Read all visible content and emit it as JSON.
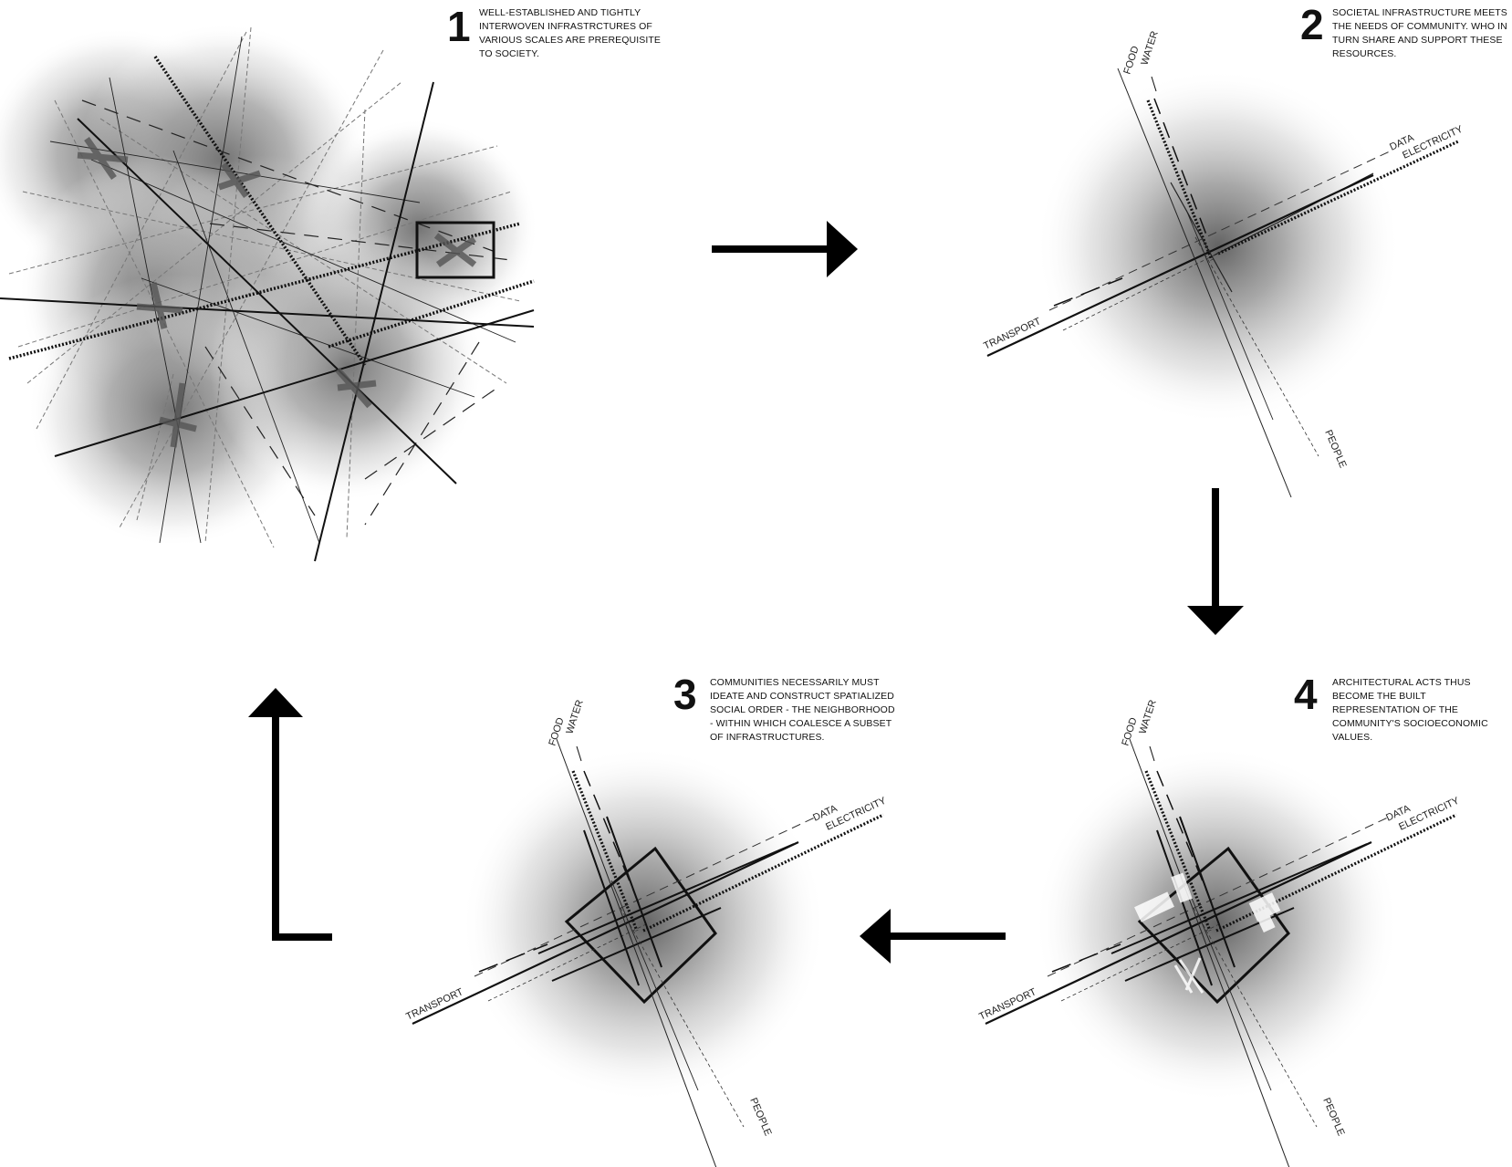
{
  "steps": [
    {
      "number": "1",
      "text": "WELL-ESTABLISHED AND TIGHTLY INTERWOVEN INFRASTRCTURES OF VARIOUS SCALES ARE PREREQUISITE TO SOCIETY."
    },
    {
      "number": "2",
      "text": "SOCIETAL INFRASTRUCTURE MEETS THE NEEDS OF COMMUNITY. WHO IN TURN SHARE AND SUPPORT THESE RESOURCES."
    },
    {
      "number": "3",
      "text": "COMMUNITIES NECESSARILY MUST IDEATE AND CONSTRUCT SPATIALIZED SOCIAL ORDER - THE NEIGHBORHOOD - WITHIN WHICH COALESCE A SUBSET OF INFRASTRUCTURES."
    },
    {
      "number": "4",
      "text": "ARCHITECTURAL ACTS THUS BECOME THE BUILT REPRESENTATION OF THE COMMUNITY'S SOCIOECONOMIC VALUES."
    }
  ],
  "labels": {
    "water": "WATER",
    "food": "FOOD",
    "data": "DATA",
    "electricity": "ELECTRICITY",
    "transport": "TRANSPORT",
    "people": "PEOPLE"
  },
  "colors": {
    "ink": "#111111",
    "cloud": "#7a7a7a"
  }
}
